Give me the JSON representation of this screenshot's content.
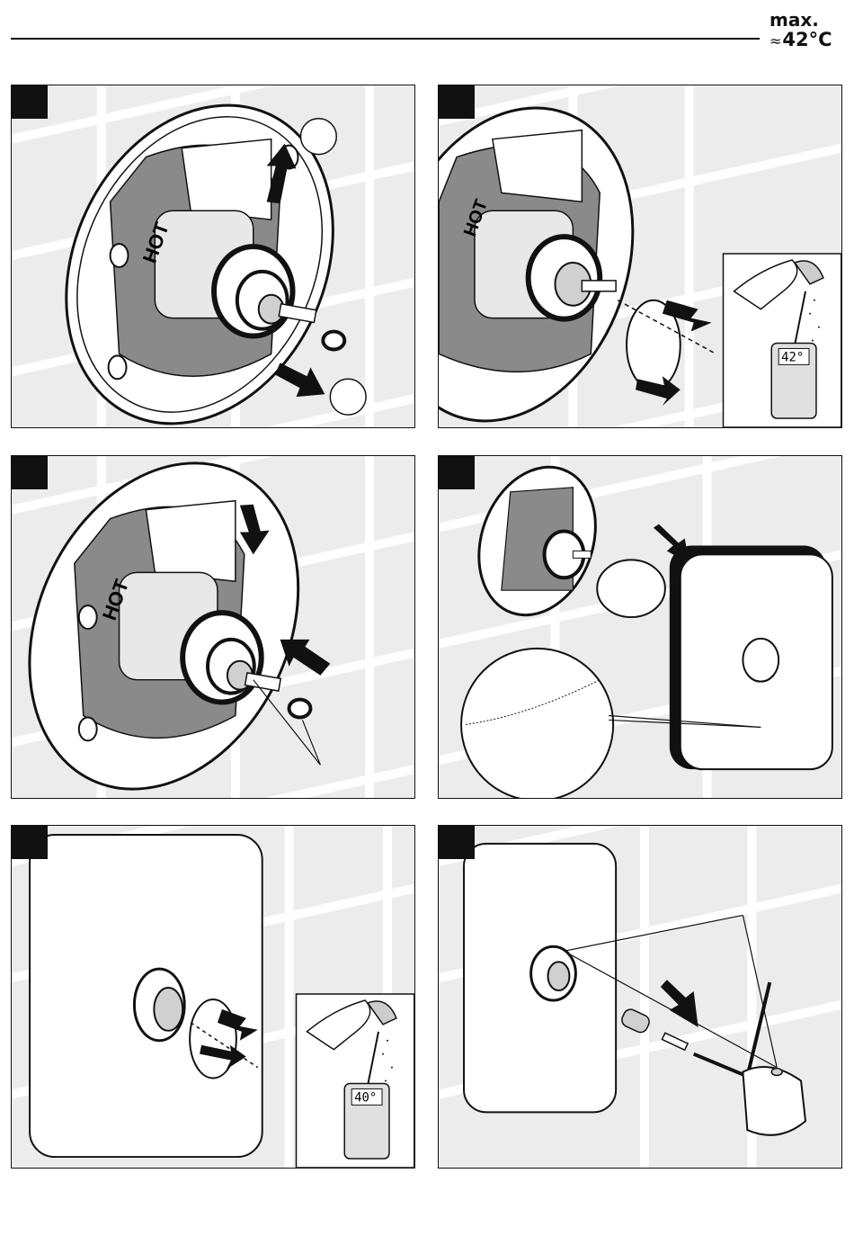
{
  "header": {
    "max_label": "max.",
    "approx_symbol": "≈",
    "temperature": "42°C"
  },
  "panels": [
    {
      "id": 1,
      "hot_label": "HOT"
    },
    {
      "id": 2,
      "hot_label": "HOT",
      "thermometer_reading": "42°"
    },
    {
      "id": 3,
      "hot_label": "HOT"
    },
    {
      "id": 4
    },
    {
      "id": 5,
      "thermometer_reading": "40°"
    },
    {
      "id": 6
    }
  ]
}
